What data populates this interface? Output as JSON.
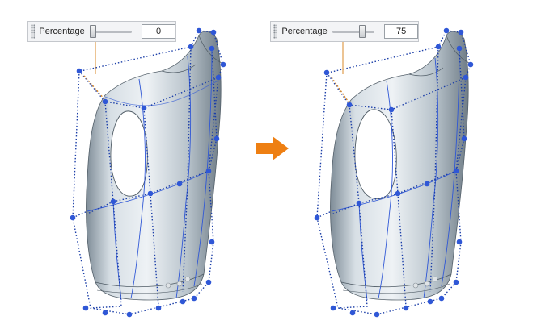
{
  "panels": [
    {
      "control": {
        "label": "Percentage",
        "value": "0",
        "slider_fraction": 0.0
      },
      "model": "pitcher-original"
    },
    {
      "control": {
        "label": "Percentage",
        "value": "75",
        "slider_fraction": 0.75
      },
      "model": "pitcher-deformed"
    }
  ],
  "colors": {
    "control_point": "#2f57d6",
    "cage_line": "#1c3fa8",
    "guide_line": "#d88a2a",
    "arrow": "#ee7f12",
    "surface": "#c9d3db"
  }
}
